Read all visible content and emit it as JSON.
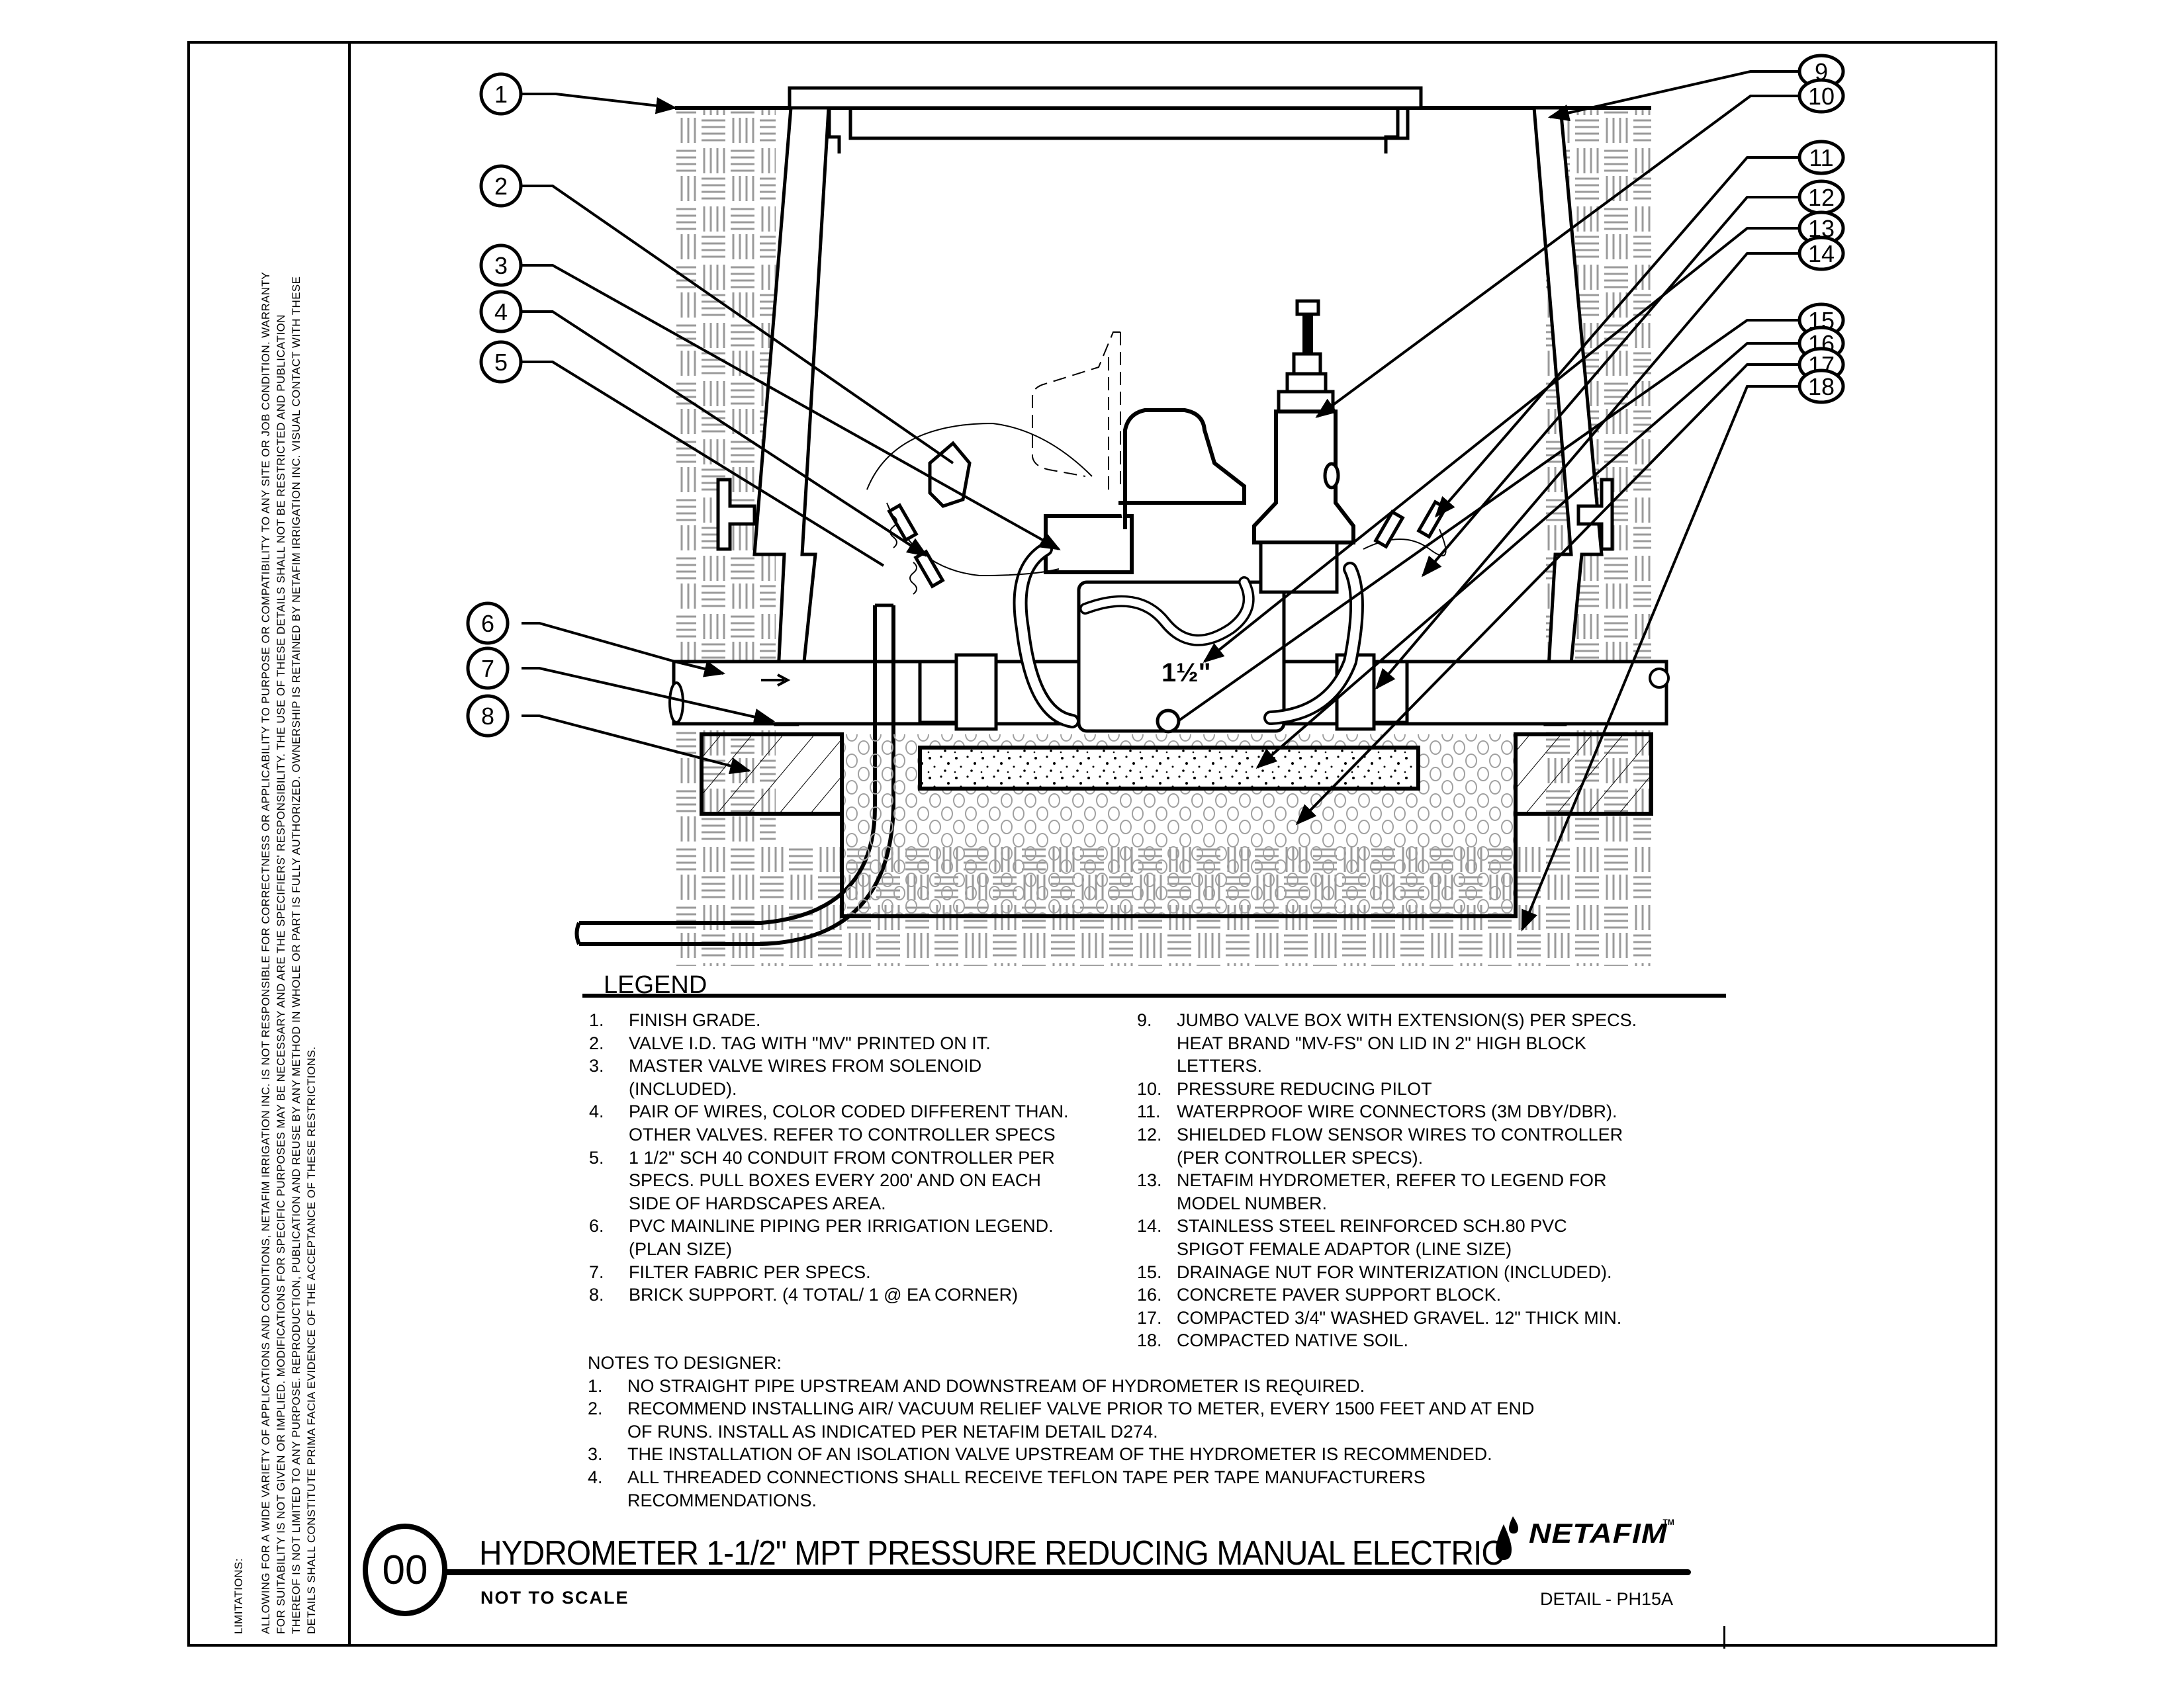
{
  "sheet": {
    "limitations_title": "LIMITATIONS:",
    "limitations_text": "ALLOWING FOR A WIDE VARIETY OF APPLICATIONS AND CONDITIONS, NETAFIM IRRIGATION INC. IS NOT RESPONSIBLE FOR CORRECTNESS OR APPLICABILITY TO PURPOSE OR COMPATIBILITY TO ANY SITE OR JOB CONDITION. WARRANTY FOR SUITABILITY IS NOT GIVEN OR IMPLIED. MODIFICATIONS FOR SPECIFIC PURPOSES MAY BE NECESSARY AND ARE THE SPECIFIERS' RESPONSIBILITY. THE USE OF THESE DETAILS SHALL NOT BE RESTRICTED AND PUBLICATION THEREOF IS NOT LIMITED TO ANY PURPOSE. REPRODUCTION, PUBLICATION AND REUSE BY ANY METHOD IN WHOLE OR PART IS FULLY AUTHORIZED. OWNERSHIP IS RETAINED BY NETAFIM IRRIGATION INC. VISUAL CONTACT WITH THESE DETAILS SHALL CONSTITUTE PRIMA FACIA EVIDENCE OF THE ACCEPTANCE OF THESE RESTRICTIONS."
  },
  "drawing": {
    "callouts": [
      "1",
      "2",
      "3",
      "4",
      "5",
      "6",
      "7",
      "8",
      "9",
      "10",
      "11",
      "12",
      "13",
      "14",
      "15",
      "16",
      "17",
      "18"
    ],
    "valve_size_label": "1½\""
  },
  "legend": {
    "title": "LEGEND",
    "items": [
      {
        "num": "1.",
        "text": "FINISH GRADE."
      },
      {
        "num": "2.",
        "text": "VALVE I.D. TAG WITH \"MV\" PRINTED ON IT."
      },
      {
        "num": "3.",
        "text": "MASTER VALVE WIRES FROM SOLENOID\n(INCLUDED)."
      },
      {
        "num": "4.",
        "text": "PAIR OF WIRES, COLOR CODED DIFFERENT THAN.\nOTHER VALVES. REFER TO CONTROLLER SPECS"
      },
      {
        "num": "5.",
        "text": "1 1/2\" SCH 40 CONDUIT FROM CONTROLLER PER\nSPECS. PULL BOXES EVERY 200' AND ON EACH\nSIDE OF HARDSCAPES AREA."
      },
      {
        "num": "6.",
        "text": "PVC MAINLINE PIPING PER IRRIGATION LEGEND.\n(PLAN SIZE)"
      },
      {
        "num": "7.",
        "text": "FILTER FABRIC PER SPECS."
      },
      {
        "num": "8.",
        "text": "BRICK SUPPORT. (4 TOTAL/ 1 @ EA CORNER)"
      },
      {
        "num": "9.",
        "text": "JUMBO VALVE BOX WITH EXTENSION(S) PER SPECS.\nHEAT BRAND \"MV-FS\" ON LID IN 2\" HIGH BLOCK\nLETTERS."
      },
      {
        "num": "10.",
        "text": "PRESSURE REDUCING PILOT"
      },
      {
        "num": "11.",
        "text": "WATERPROOF WIRE CONNECTORS  (3M DBY/DBR)."
      },
      {
        "num": "12.",
        "text": "SHIELDED FLOW SENSOR WIRES TO CONTROLLER\n(PER CONTROLLER SPECS)."
      },
      {
        "num": "13.",
        "text": "NETAFIM HYDROMETER, REFER TO LEGEND FOR\nMODEL NUMBER."
      },
      {
        "num": "14.",
        "text": "STAINLESS STEEL REINFORCED SCH.80 PVC\nSPIGOT FEMALE ADAPTOR (LINE SIZE)"
      },
      {
        "num": "15.",
        "text": "DRAINAGE NUT FOR WINTERIZATION (INCLUDED)."
      },
      {
        "num": "16.",
        "text": "CONCRETE PAVER SUPPORT BLOCK."
      },
      {
        "num": "17.",
        "text": "COMPACTED 3/4\" WASHED GRAVEL. 12\" THICK MIN."
      },
      {
        "num": "18.",
        "text": "COMPACTED NATIVE SOIL."
      }
    ]
  },
  "notes": {
    "title": "NOTES TO DESIGNER:",
    "items": [
      {
        "num": "1.",
        "text": "NO STRAIGHT PIPE UPSTREAM AND DOWNSTREAM OF HYDROMETER IS REQUIRED."
      },
      {
        "num": "2.",
        "text": "RECOMMEND INSTALLING AIR/ VACUUM RELIEF VALVE PRIOR TO METER, EVERY 1500 FEET AND AT END\nOF RUNS. INSTALL AS INDICATED PER NETAFIM DETAIL D274."
      },
      {
        "num": "3.",
        "text": "THE INSTALLATION OF AN ISOLATION VALVE UPSTREAM OF THE HYDROMETER IS RECOMMENDED."
      },
      {
        "num": "4.",
        "text": "ALL THREADED CONNECTIONS SHALL RECEIVE TEFLON TAPE PER TAPE MANUFACTURERS\nRECOMMENDATIONS."
      }
    ]
  },
  "title_block": {
    "detail_number": "00",
    "title": "HYDROMETER 1-1/2\" MPT PRESSURE REDUCING MANUAL ELECTRIC",
    "scale": "NOT TO SCALE",
    "detail_code": "DETAIL - PH15A",
    "brand": "NETAFIM",
    "trademark": "TM"
  }
}
